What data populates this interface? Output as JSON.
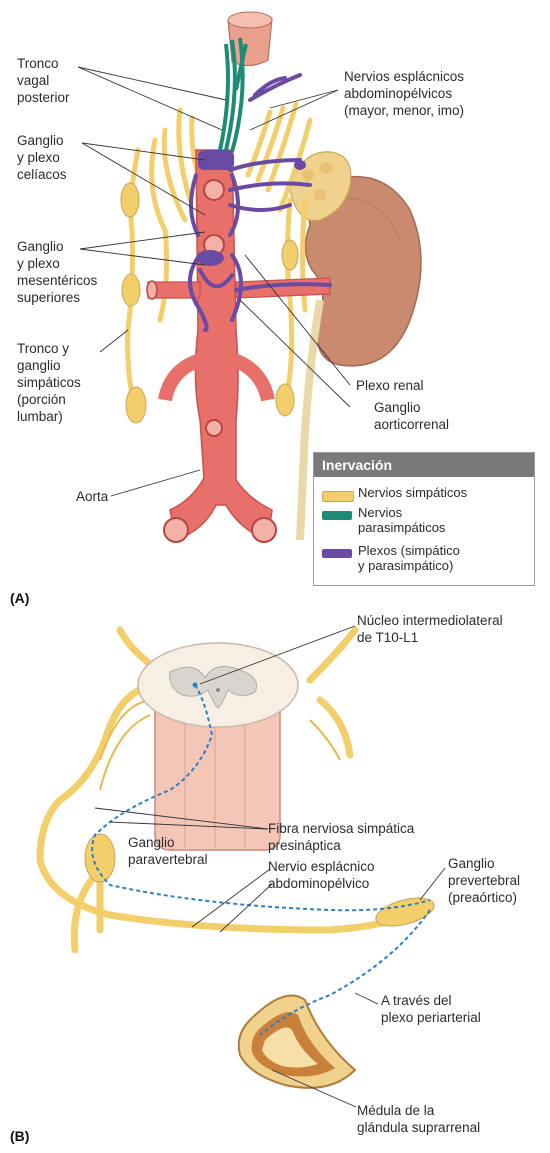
{
  "panels": {
    "a": "(A)",
    "b": "(B)"
  },
  "labels_a": {
    "tronco_vagal": "Tronco\nvagal\nposterior",
    "esplacnicos": "Nervios esplácnicos\nabdominopélvicos\n(mayor, menor, imo)",
    "celiacos": "Ganglio\ny plexo\ncelíacos",
    "mesentericos": "Ganglio\ny plexo\nmesentéricos\nsuperiores",
    "tronco_simpatico": "Tronco y\nganglio\nsimpáticos\n(porción\nlumbar)",
    "aorta": "Aorta",
    "plexo_renal": "Plexo renal",
    "aorticorrenal": "Ganglio\naorticorrenal"
  },
  "legend": {
    "title": "Inervación",
    "items": [
      {
        "label": "Nervios simpáticos",
        "color": "#f2cf6b"
      },
      {
        "label": "Nervios\nparasimpáticos",
        "color": "#1e8c74"
      },
      {
        "label": "Plexos (simpático\ny parasimpático)",
        "color": "#6b4aa3"
      }
    ]
  },
  "labels_b": {
    "nucleo": "Núcleo intermediolateral\nde T10-L1",
    "paravertebral": "Ganglio\nparavertebral",
    "fibra": "Fibra nerviosa simpática\npresináptica",
    "esplacnico": "Nervio esplácnico\nabdominopélvico",
    "prevertebral": "Ganglio\nprevertebral\n(preaórtico)",
    "periarterial": "A través del\nplexo periarterial",
    "medula": "Médula de la\nglándula suprarrenal"
  },
  "colors": {
    "aorta": "#e8706a",
    "aorta_dark": "#c9504c",
    "kidney": "#c98a6f",
    "adrenal": "#f0d28c",
    "sympathetic": "#f2cf6b",
    "parasympathetic": "#1e8c74",
    "plexus": "#6b4aa3",
    "leader": "#333333",
    "dashed": "#2e7fc2",
    "cord": "#f3c6b8"
  }
}
